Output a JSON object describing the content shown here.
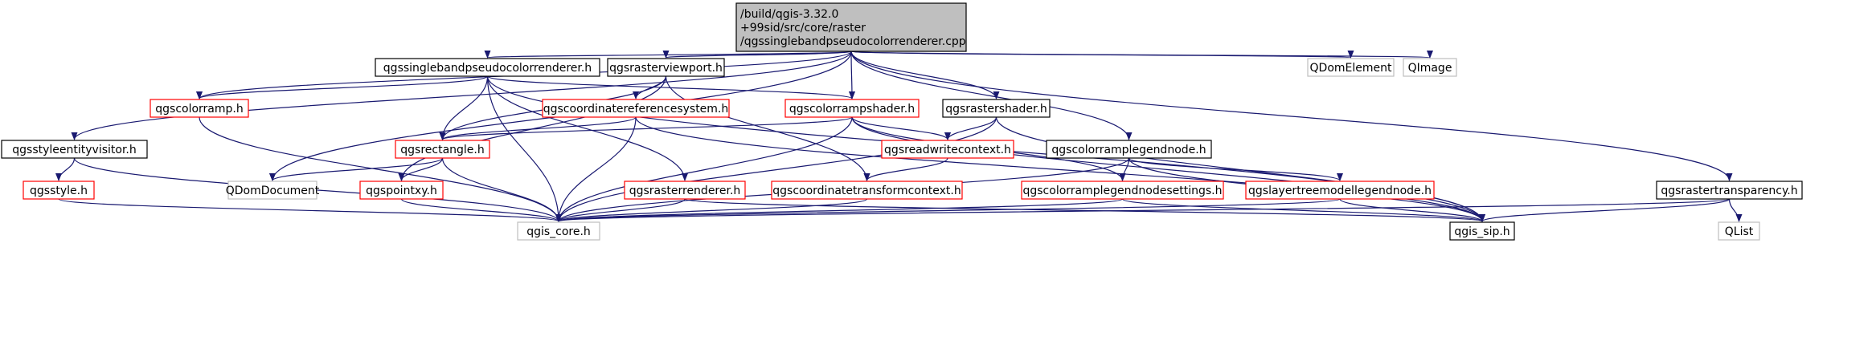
{
  "colors": {
    "edge": "#191970",
    "border_default": "#000000",
    "border_red": "#ff0000",
    "border_gray": "#bfbfbf",
    "root_fill": "#bfbfbf"
  },
  "nodes": [
    {
      "id": "root",
      "lines": [
        "/build/qgis-3.32.0",
        "+99sid/src/core/raster",
        "/qgssinglebandpseudocolorrenderer.cpp"
      ],
      "style": "root"
    },
    {
      "id": "qgssinglebandpseudocolorrenderer_h",
      "lines": [
        "qgssinglebandpseudocolorrenderer.h"
      ],
      "style": "black"
    },
    {
      "id": "qgsrasterviewport_h",
      "lines": [
        "qgsrasterviewport.h"
      ],
      "style": "black"
    },
    {
      "id": "qdomelement",
      "lines": [
        "QDomElement"
      ],
      "style": "gray"
    },
    {
      "id": "qimage",
      "lines": [
        "QImage"
      ],
      "style": "gray"
    },
    {
      "id": "qgscolorramp_h",
      "lines": [
        "qgscolorramp.h"
      ],
      "style": "red"
    },
    {
      "id": "qgscoordinatereferencesystem_h",
      "lines": [
        "qgscoordinatereferencesystem.h"
      ],
      "style": "red"
    },
    {
      "id": "qgscolorrampshader_h",
      "lines": [
        "qgscolorrampshader.h"
      ],
      "style": "red"
    },
    {
      "id": "qgsrastershader_h",
      "lines": [
        "qgsrastershader.h"
      ],
      "style": "black"
    },
    {
      "id": "qgsstyleentityvisitor_h",
      "lines": [
        "qgsstyleentityvisitor.h"
      ],
      "style": "black"
    },
    {
      "id": "qgsrectangle_h",
      "lines": [
        "qgsrectangle.h"
      ],
      "style": "red"
    },
    {
      "id": "qgsreadwritecontext_h",
      "lines": [
        "qgsreadwritecontext.h"
      ],
      "style": "red"
    },
    {
      "id": "qgscolorramplegendnode_h",
      "lines": [
        "qgscolorramplegendnode.h"
      ],
      "style": "black"
    },
    {
      "id": "qgsstyle_h",
      "lines": [
        "qgsstyle.h"
      ],
      "style": "red"
    },
    {
      "id": "qdomdocument",
      "lines": [
        "QDomDocument"
      ],
      "style": "gray"
    },
    {
      "id": "qgspointxy_h",
      "lines": [
        "qgspointxy.h"
      ],
      "style": "red"
    },
    {
      "id": "qgsrasterrenderer_h",
      "lines": [
        "qgsrasterrenderer.h"
      ],
      "style": "red"
    },
    {
      "id": "qgscoordinatetransformcontext_h",
      "lines": [
        "qgscoordinatetransformcontext.h"
      ],
      "style": "red"
    },
    {
      "id": "qgscolorramplegendnodesettings_h",
      "lines": [
        "qgscolorramplegendnodesettings.h"
      ],
      "style": "red"
    },
    {
      "id": "qgslayertreemodellegendnode_h",
      "lines": [
        "qgslayertreemodellegendnode.h"
      ],
      "style": "red"
    },
    {
      "id": "qgsrastertransparency_h",
      "lines": [
        "qgsrastertransparency.h"
      ],
      "style": "black"
    },
    {
      "id": "qgis_core_h",
      "lines": [
        "qgis_core.h"
      ],
      "style": "gray"
    },
    {
      "id": "qgis_sip_h",
      "lines": [
        "qgis_sip.h"
      ],
      "style": "black"
    },
    {
      "id": "qlist",
      "lines": [
        "QList"
      ],
      "style": "gray"
    }
  ],
  "edges": [
    [
      "root",
      "qgssinglebandpseudocolorrenderer_h"
    ],
    [
      "root",
      "qgsrasterviewport_h"
    ],
    [
      "root",
      "qdomelement"
    ],
    [
      "root",
      "qimage"
    ],
    [
      "root",
      "qgscolorramp_h"
    ],
    [
      "root",
      "qdomdocument"
    ],
    [
      "root",
      "qgscolorrampshader_h"
    ],
    [
      "root",
      "qgsrastershader_h"
    ],
    [
      "root",
      "qgsstyleentityvisitor_h"
    ],
    [
      "root",
      "qgscolorramplegendnode_h"
    ],
    [
      "root",
      "qgsrastertransparency_h"
    ],
    [
      "qgssinglebandpseudocolorrenderer_h",
      "qgscolorramp_h"
    ],
    [
      "qgssinglebandpseudocolorrenderer_h",
      "qgscolorrampshader_h"
    ],
    [
      "qgssinglebandpseudocolorrenderer_h",
      "qgsrectangle_h"
    ],
    [
      "qgssinglebandpseudocolorrenderer_h",
      "qgsrasterrenderer_h"
    ],
    [
      "qgssinglebandpseudocolorrenderer_h",
      "qgis_core_h"
    ],
    [
      "qgssinglebandpseudocolorrenderer_h",
      "qgis_sip_h"
    ],
    [
      "qgsrasterviewport_h",
      "qgscoordinatereferencesystem_h"
    ],
    [
      "qgsrasterviewport_h",
      "qgsrectangle_h"
    ],
    [
      "qgsrasterviewport_h",
      "qgspointxy_h"
    ],
    [
      "qgsrasterviewport_h",
      "qgscoordinatetransformcontext_h"
    ],
    [
      "qgscolorramp_h",
      "qgis_core_h"
    ],
    [
      "qgscoordinatereferencesystem_h",
      "qgsrectangle_h"
    ],
    [
      "qgscoordinatereferencesystem_h",
      "qgis_core_h"
    ],
    [
      "qgscoordinatereferencesystem_h",
      "qgis_sip_h"
    ],
    [
      "qgscolorrampshader_h",
      "qgsrectangle_h"
    ],
    [
      "qgscolorrampshader_h",
      "qgsreadwritecontext_h"
    ],
    [
      "qgscolorrampshader_h",
      "qgscolorramplegendnodesettings_h"
    ],
    [
      "qgscolorrampshader_h",
      "qgis_core_h"
    ],
    [
      "qgscolorrampshader_h",
      "qgis_sip_h"
    ],
    [
      "qgsrastershader_h",
      "qgsreadwritecontext_h"
    ],
    [
      "qgsrastershader_h",
      "qgis_core_h"
    ],
    [
      "qgsrastershader_h",
      "qgis_sip_h"
    ],
    [
      "qgsstyleentityvisitor_h",
      "qgsstyle_h"
    ],
    [
      "qgsstyleentityvisitor_h",
      "qgis_core_h"
    ],
    [
      "qgsrectangle_h",
      "qdomdocument"
    ],
    [
      "qgsrectangle_h",
      "qgspointxy_h"
    ],
    [
      "qgsrectangle_h",
      "qgis_core_h"
    ],
    [
      "qgsreadwritecontext_h",
      "qgscoordinatetransformcontext_h"
    ],
    [
      "qgscolorramplegendnode_h",
      "qgscolorramplegendnodesettings_h"
    ],
    [
      "qgscolorramplegendnode_h",
      "qgslayertreemodellegendnode_h"
    ],
    [
      "qgscolorramplegendnode_h",
      "qgis_core_h"
    ],
    [
      "qgscolorramplegendnode_h",
      "qgis_sip_h"
    ],
    [
      "qgsstyle_h",
      "qgis_core_h"
    ],
    [
      "qgspointxy_h",
      "qgis_core_h"
    ],
    [
      "qgsrasterrenderer_h",
      "qgis_core_h"
    ],
    [
      "qgsrasterrenderer_h",
      "qgis_sip_h"
    ],
    [
      "qgscoordinatetransformcontext_h",
      "qgis_core_h"
    ],
    [
      "qgscolorramplegendnodesettings_h",
      "qgis_core_h"
    ],
    [
      "qgscolorramplegendnodesettings_h",
      "qgis_sip_h"
    ],
    [
      "qgslayertreemodellegendnode_h",
      "qgis_core_h"
    ],
    [
      "qgslayertreemodellegendnode_h",
      "qgis_sip_h"
    ],
    [
      "qgsrastertransparency_h",
      "qgis_core_h"
    ],
    [
      "qgsrastertransparency_h",
      "qgis_sip_h"
    ],
    [
      "qgsrastertransparency_h",
      "qlist"
    ]
  ]
}
